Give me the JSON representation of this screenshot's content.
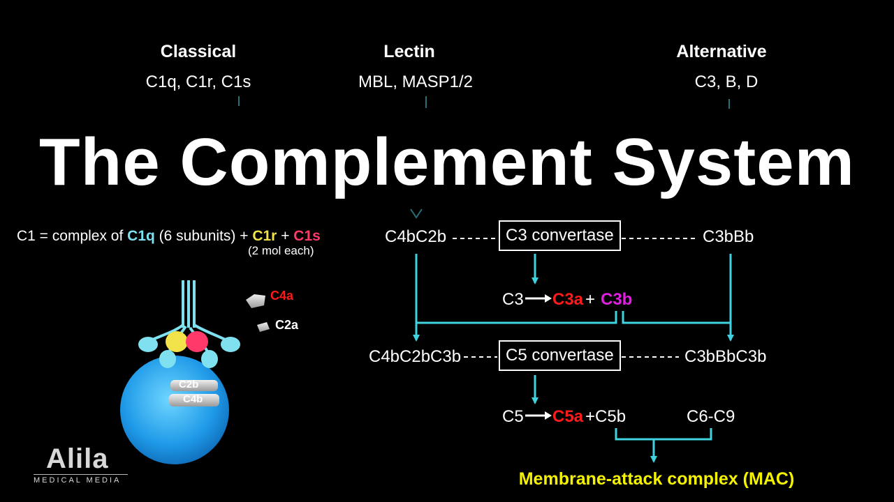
{
  "title": "The Complement System",
  "pathways": [
    {
      "name": "Classical",
      "components": "C1q, C1r, C1s"
    },
    {
      "name": "Lectin",
      "components": "MBL, MASP1/2"
    },
    {
      "name": "Alternative",
      "components": "C3, B, D"
    }
  ],
  "c1_description": {
    "prefix": "C1 = complex of ",
    "c1q": "C1q",
    "middle": " (6 subunits) + ",
    "c1r": "C1r",
    "plus": " + ",
    "c1s": "C1s",
    "note": "(2 mol each)"
  },
  "molecule_labels": {
    "c4a": "C4a",
    "c2a": "C2a",
    "c2b": "C2b",
    "c4b": "C4b"
  },
  "flow": {
    "c3_convertase_classical": "C4bC2b",
    "c3_convertase_box": "C3 convertase",
    "c3_convertase_alternative": "C3bBb",
    "c3_reaction": {
      "substrate": "C3",
      "product_a": "C3a",
      "plus": "+",
      "product_b": "C3b"
    },
    "c5_convertase_classical": "C4bC2bC3b",
    "c5_convertase_box": "C5 convertase",
    "c5_convertase_alternative": "C3bBbC3b",
    "c5_reaction": {
      "substrate": "C5",
      "product_a": "C5a",
      "product_b": "+C5b"
    },
    "late_components": "C6-C9",
    "mac": "Membrane-attack complex (MAC)"
  },
  "logo": {
    "name": "Alila",
    "subtitle": "MEDICAL MEDIA"
  },
  "colors": {
    "background": "#000000",
    "arrow": "#3fd3e0",
    "c1q": "#7fe0f0",
    "c1r": "#f2e24a",
    "c1s": "#ff3a6a",
    "c3a_c5a_c4a": "#ff1a1a",
    "c3b": "#e020e0",
    "mac": "#f5f200",
    "cell": "#2aa6f0"
  }
}
